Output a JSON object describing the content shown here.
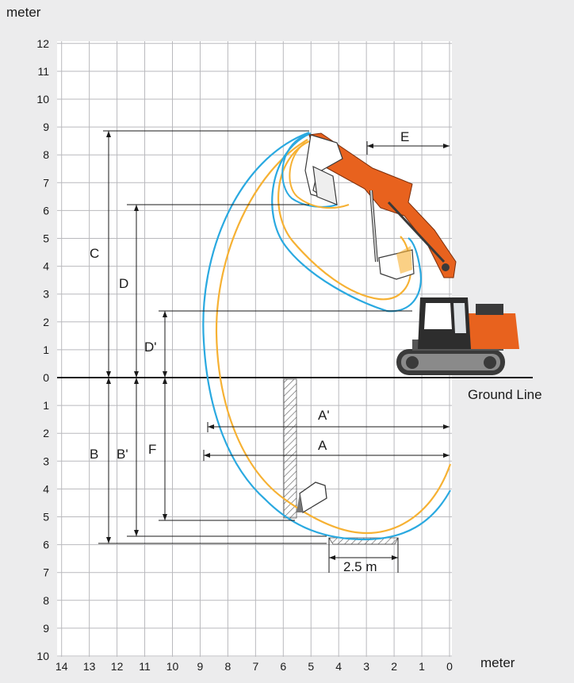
{
  "units": {
    "y_axis": "meter",
    "x_axis": "meter"
  },
  "y_ticks_above": [
    "12",
    "11",
    "10",
    "9",
    "8",
    "7",
    "6",
    "5",
    "4",
    "3",
    "2",
    "1",
    "0"
  ],
  "y_ticks_below": [
    "1",
    "2",
    "3",
    "4",
    "5",
    "6",
    "7",
    "8",
    "9",
    "10"
  ],
  "x_ticks": [
    "14",
    "13",
    "12",
    "11",
    "10",
    "9",
    "8",
    "7",
    "6",
    "5",
    "4",
    "3",
    "2",
    "1",
    "0"
  ],
  "ground_line": "Ground Line",
  "dimension_labels": {
    "A": "A",
    "A_prime": "A'",
    "B": "B",
    "B_prime": "B'",
    "C": "C",
    "D": "D",
    "D_prime": "D'",
    "E": "E",
    "F": "F"
  },
  "scrape_width": "2.5 m",
  "colors": {
    "background": "#ececed",
    "plot": "#ffffff",
    "grid": "#b9b9bd",
    "curve_blue": "#2aa9e0",
    "curve_orange": "#f6b133",
    "machine_orange": "#e8621e",
    "machine_dark": "#3a3a3a",
    "hatch": "#555555"
  }
}
